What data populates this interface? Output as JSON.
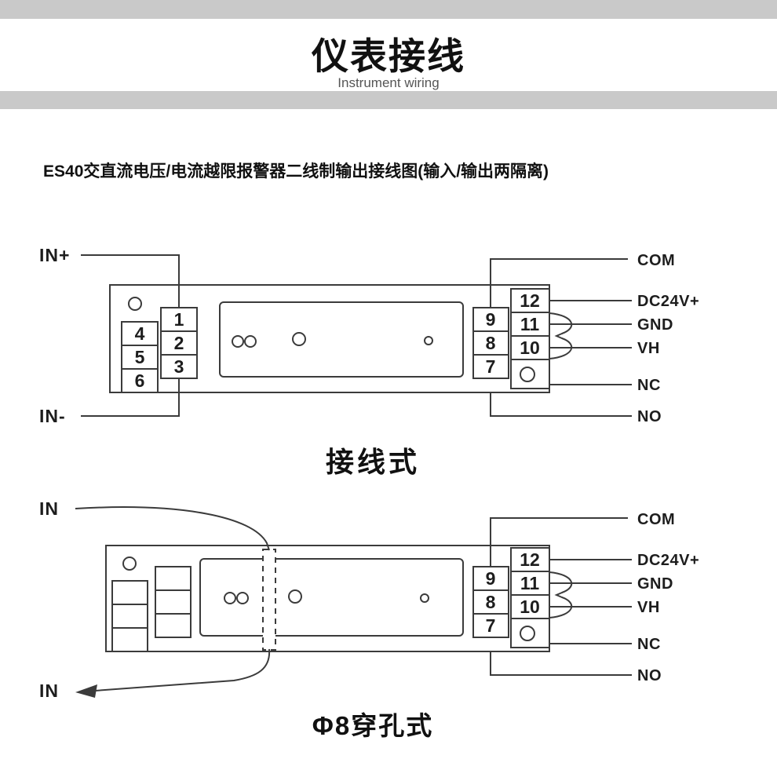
{
  "header": {
    "title": "仪表接线",
    "subtitle": "Instrument wiring"
  },
  "intro": {
    "text": "ES40交直流电压/电流越限报警器二线制输出接线图(输入/输出两隔离)"
  },
  "wired": {
    "caption": "接线式",
    "in_plus": "IN+",
    "in_minus": "IN-",
    "left_terminals": [
      "4",
      "5",
      "6"
    ],
    "inner_terminals": [
      "1",
      "2",
      "3"
    ],
    "relay_terminals": [
      "9",
      "8",
      "7"
    ],
    "power_terminals": [
      "12",
      "11",
      "10"
    ],
    "labels": {
      "com": "COM",
      "dc24v": "DC24V+",
      "gnd": "GND",
      "vh": "VH",
      "nc": "NC",
      "no": "NO"
    }
  },
  "through_hole": {
    "caption": "Φ8穿孔式",
    "in_top": "IN",
    "in_bottom": "IN",
    "relay_terminals": [
      "9",
      "8",
      "7"
    ],
    "power_terminals": [
      "12",
      "11",
      "10"
    ],
    "labels": {
      "com": "COM",
      "dc24v": "DC24V+",
      "gnd": "GND",
      "vh": "VH",
      "nc": "NC",
      "no": "NO"
    }
  },
  "colors": {
    "line": "#3b3b3b",
    "band": "#c9c9c9"
  }
}
